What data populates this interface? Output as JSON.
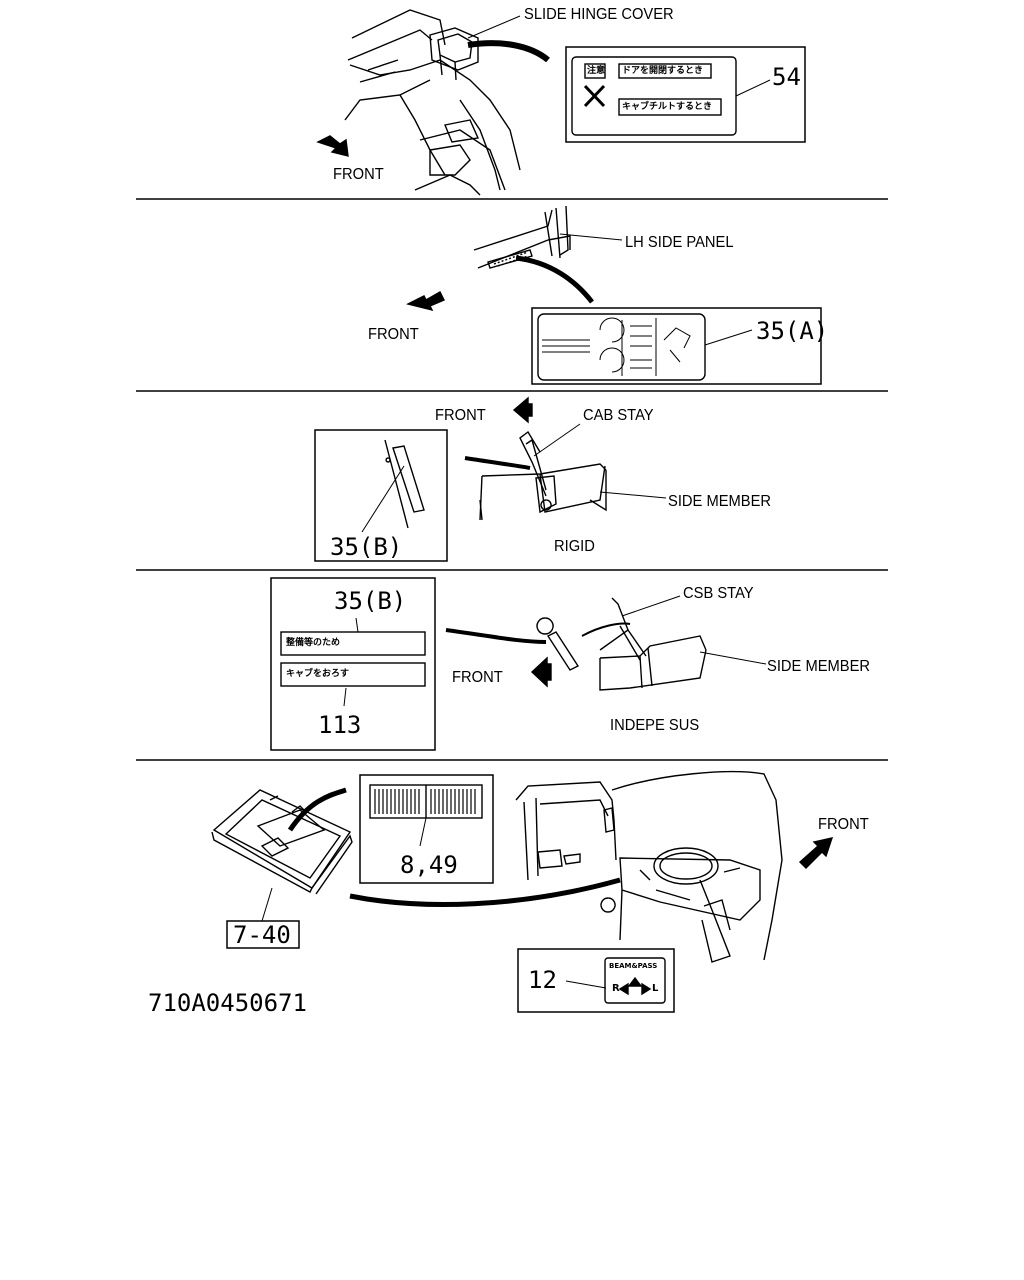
{
  "panel1": {
    "slide_hinge_cover": "SLIDE HINGE COVER",
    "front": "FRONT",
    "callout": "54",
    "jp_caution": "注意",
    "jp_door": "ドアを開閉するとき",
    "jp_tilt": "キャブチルトするとき"
  },
  "panel2": {
    "lh_side_panel": "LH SIDE PANEL",
    "front": "FRONT",
    "callout": "35(A)"
  },
  "panel3": {
    "front": "FRONT",
    "cab_stay": "CAB STAY",
    "side_member": "SIDE MEMBER",
    "rigid": "RIGID",
    "callout": "35(B)"
  },
  "panel4": {
    "callout_top": "35(B)",
    "jp_line1": "整備等のため",
    "jp_line2": "キャブをおろす",
    "callout_bottom": "113",
    "front": "FRONT",
    "csb_stay": "CSB STAY",
    "side_member": "SIDE MEMBER",
    "indepe_sus": "INDEPE SUS"
  },
  "panel5": {
    "front": "FRONT",
    "callout_849": "8,49",
    "callout_740": "7-40",
    "callout_12": "12",
    "beam_pass": "BEAM&PASS",
    "r": "R",
    "l": "L"
  },
  "part_number": "710A0450671"
}
